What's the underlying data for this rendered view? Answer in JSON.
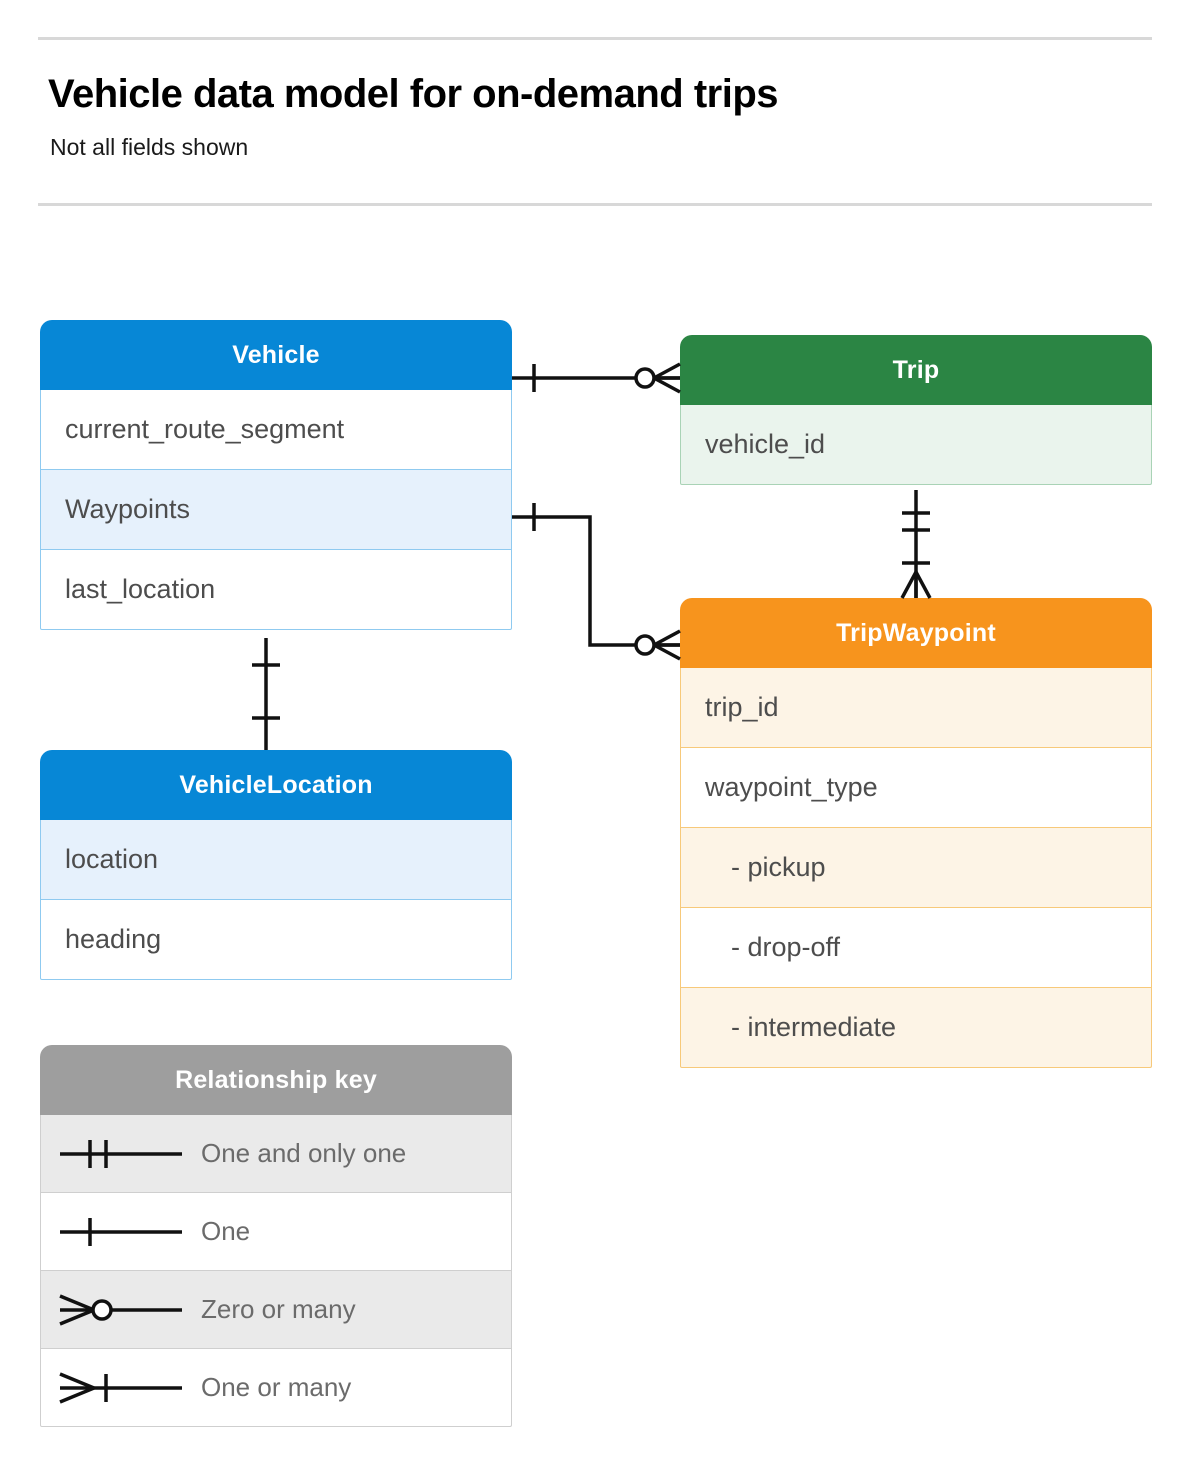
{
  "header": {
    "title": "Vehicle data model for on-demand trips",
    "subtitle": "Not all fields shown"
  },
  "colors": {
    "vehicle": "#0787d6",
    "trip": "#2b8544",
    "tripwaypoint": "#f7941d",
    "legend": "#9e9e9e",
    "vehicle_row_tint": "#e6f1fc",
    "trip_row_tint": "#eaf4ed",
    "tripwaypoint_row_tint": "#fdf4e6",
    "legend_row_tint": "#eaeaea",
    "connector": "#000000",
    "rule": "#d8d8d8"
  },
  "entities": {
    "vehicle": {
      "name": "Vehicle",
      "fields": [
        "current_route_segment",
        "Waypoints",
        "last_location"
      ]
    },
    "trip": {
      "name": "Trip",
      "fields": [
        "vehicle_id"
      ]
    },
    "tripwaypoint": {
      "name": "TripWaypoint",
      "fields": [
        "trip_id",
        "waypoint_type",
        "-  pickup",
        "-  drop-off",
        "-  intermediate"
      ]
    },
    "vehiclelocation": {
      "name": "VehicleLocation",
      "fields": [
        "location",
        "heading"
      ]
    }
  },
  "legend": {
    "title": "Relationship key",
    "items": [
      {
        "symbol": "one-and-only-one-icon",
        "label": "One and only one"
      },
      {
        "symbol": "one-icon",
        "label": "One"
      },
      {
        "symbol": "zero-or-many-icon",
        "label": "Zero or many"
      },
      {
        "symbol": "one-or-many-icon",
        "label": "One or many"
      }
    ]
  },
  "relationships": [
    {
      "from": "Vehicle",
      "to": "Trip",
      "from_cardinality": "One",
      "to_cardinality": "Zero or many"
    },
    {
      "from": "Vehicle.Waypoints",
      "to": "TripWaypoint",
      "from_cardinality": "One",
      "to_cardinality": "Zero or many"
    },
    {
      "from": "Trip",
      "to": "TripWaypoint",
      "from_cardinality": "One and only one",
      "to_cardinality": "One or many"
    },
    {
      "from": "Vehicle",
      "to": "VehicleLocation",
      "from_cardinality": "One",
      "to_cardinality": "One"
    }
  ]
}
